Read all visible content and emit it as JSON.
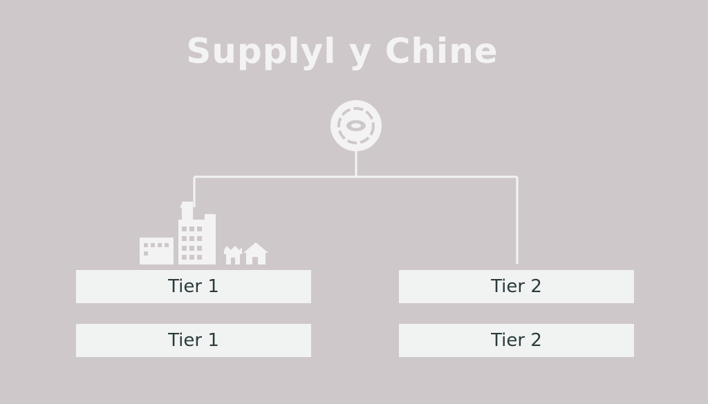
{
  "title": "Supplyl y Chine",
  "colors": {
    "background": "#cfc8ca",
    "line": "#f4f3f3",
    "box_fill": "#f1f3f3",
    "box_text": "#2b3a3c"
  },
  "icons": {
    "top": "gear-icon",
    "left_cluster": [
      "warehouse-icon",
      "factory-icon",
      "shop-icon",
      "house-icon"
    ]
  },
  "boxes": {
    "left": [
      "Tier 1",
      "Tier 1"
    ],
    "right": [
      "Tier 2",
      "Tier 2"
    ]
  }
}
